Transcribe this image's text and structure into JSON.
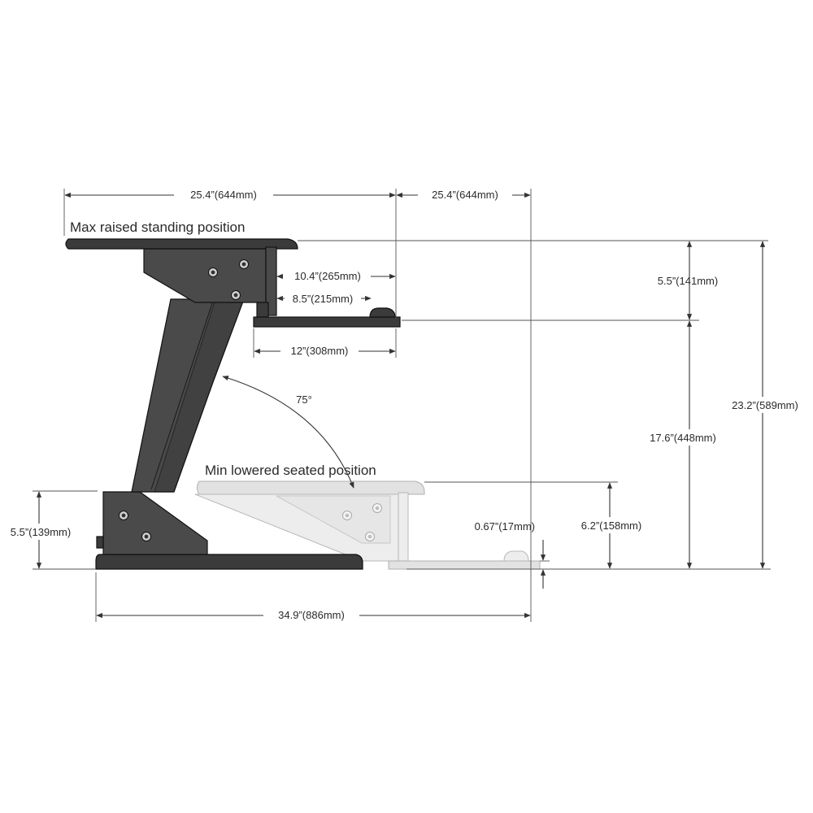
{
  "headings": {
    "raised": "Max raised standing position",
    "lowered": "Min lowered seated position"
  },
  "dimensions": {
    "top_width": "25.4”(644mm)",
    "top_reach": "25.4”(644mm)",
    "tray_offset": "10.4”(265mm)",
    "tray_inner": "8.5”(215mm)",
    "tray_width": "12”(308mm)",
    "angle": "75°",
    "tray_drop": "5.5”(141mm)",
    "tray_height": "17.6”(448mm)",
    "total_height": "23.2”(589mm)",
    "base_height": "5.5”(139mm)",
    "lowered_height": "6.2”(158mm)",
    "tray_thickness": "0.67”(17mm)",
    "base_length": "34.9”(886mm)"
  }
}
